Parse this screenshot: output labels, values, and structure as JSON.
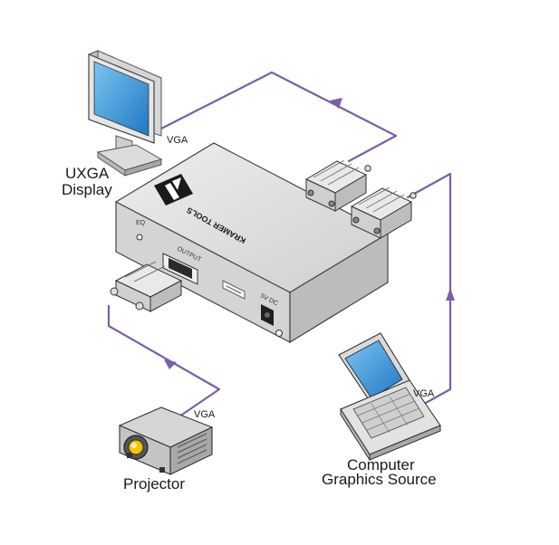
{
  "labels": {
    "display_line1": "UXGA",
    "display_line2": "Display",
    "projector": "Projector",
    "source_line1": "Computer",
    "source_line2": "Graphics Source",
    "vga_display": "VGA",
    "vga_projector": "VGA",
    "vga_source": "VGA"
  },
  "device": {
    "brand": "KRAMER TOOLS",
    "eq_label": "EQ",
    "output_label": "OUTPUT",
    "power_label": "5V DC"
  },
  "colors": {
    "cable": "#7b5ea7",
    "screen": "#2f93d6",
    "device_body": "#d9d9d9"
  }
}
